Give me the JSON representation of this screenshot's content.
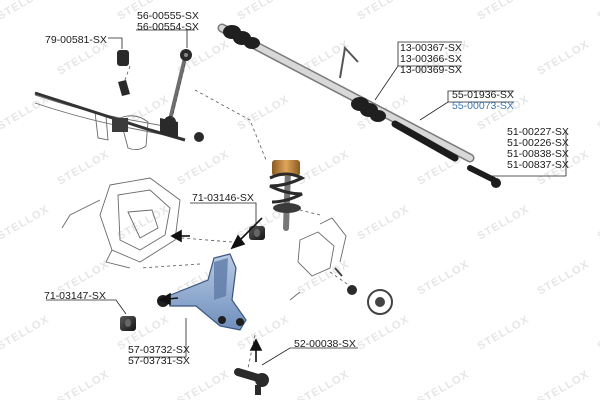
{
  "watermark": {
    "text": "STELLOX"
  },
  "labels": {
    "stabilizer_bracket": "79-00581-SX",
    "stabilizer_link_1": "56-00555-SX",
    "stabilizer_link_2": "56-00554-SX",
    "steering_boot_1": "13-00367-SX",
    "steering_boot_2": "13-00366-SX",
    "steering_boot_3": "13-00369-SX",
    "tie_rod_1": "55-01936-SX",
    "tie_rod_2": "55-00073-SX",
    "tie_rod_end_1": "51-00227-SX",
    "tie_rod_end_2": "51-00226-SX",
    "tie_rod_end_3": "51-00838-SX",
    "tie_rod_end_4": "51-00837-SX",
    "front_bushing": "71-03146-SX",
    "rear_bushing": "71-03147-SX",
    "control_arm_1": "57-03732-SX",
    "control_arm_2": "57-03731-SX",
    "ball_joint": "52-00038-SX"
  },
  "colors": {
    "text": "#1a1a1a",
    "highlight": "#3a78b5",
    "arm_blue": "#8ea8cc",
    "part_dark": "#2c2c2c",
    "spring_orange": "#c98a3a",
    "line_gray": "#555555"
  }
}
